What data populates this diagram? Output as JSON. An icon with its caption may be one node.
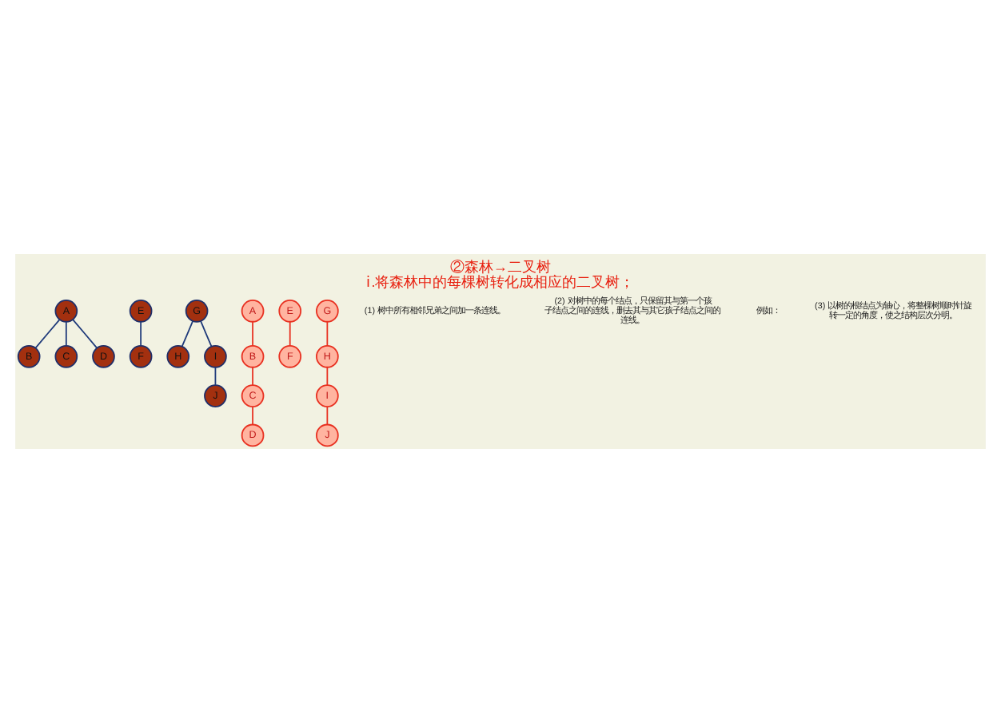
{
  "diagram": {
    "title": "②森林→二叉树",
    "caption": "ⅰ.将森林中的每棵树转化成相应的二叉树；",
    "nodes": [
      {
        "text": [
          "A"
        ]
      },
      {
        "text": [
          "B"
        ]
      },
      {
        "text": [
          "C"
        ]
      },
      {
        "text": [
          "D"
        ]
      },
      {
        "text": [
          "E"
        ]
      },
      {
        "text": [
          "F"
        ]
      },
      {
        "text": [
          "G"
        ]
      },
      {
        "text": [
          "H"
        ]
      },
      {
        "text": [
          "I"
        ]
      },
      {
        "text": [
          "J"
        ]
      },
      {
        "text": [
          "A"
        ]
      },
      {
        "text": [
          "B"
        ]
      },
      {
        "text": [
          "C"
        ]
      },
      {
        "text": [
          "D"
        ]
      },
      {
        "text": [
          "E"
        ]
      },
      {
        "text": [
          "F"
        ]
      },
      {
        "text": [
          "G"
        ]
      },
      {
        "text": [
          "H"
        ]
      },
      {
        "text": [
          "I"
        ]
      },
      {
        "text": [
          "J"
        ]
      }
    ],
    "edges": [
      {
        "from": 0,
        "to": 1,
        "arrow": "none"
      },
      {
        "from": 0,
        "to": 2,
        "arrow": "none"
      },
      {
        "from": 0,
        "to": 3,
        "arrow": "none"
      },
      {
        "from": 4,
        "to": 5,
        "arrow": "none"
      },
      {
        "from": 6,
        "to": 7,
        "arrow": "none"
      },
      {
        "from": 6,
        "to": 8,
        "arrow": "none"
      },
      {
        "from": 8,
        "to": 9,
        "arrow": "none"
      },
      {
        "from": 10,
        "to": 11,
        "arrow": "none",
        "color": "#e83020"
      },
      {
        "from": 11,
        "to": 12,
        "arrow": "none",
        "color": "#e83020"
      },
      {
        "from": 12,
        "to": 13,
        "arrow": "none",
        "color": "#e83020"
      },
      {
        "from": 14,
        "to": 15,
        "arrow": "none",
        "color": "#e83020"
      },
      {
        "from": 16,
        "to": 17,
        "arrow": "none",
        "color": "#e83020"
      },
      {
        "from": 17,
        "to": 18,
        "arrow": "none",
        "color": "#e83020"
      },
      {
        "from": 18,
        "to": 19,
        "arrow": "none",
        "color": "#e83020"
      }
    ],
    "labels": [
      "(1) 树中所有相邻兄弟之间加一条连线。",
      "(2) 对树中的每个结点，只保留其与第一个孩子结点之间的连线，删去其与其它孩子结点之间的连线。",
      "例如：",
      "(3) 以树的根结点为轴心，将整棵树顺时针旋转一定的角度，使之结构层次分明。"
    ]
  }
}
